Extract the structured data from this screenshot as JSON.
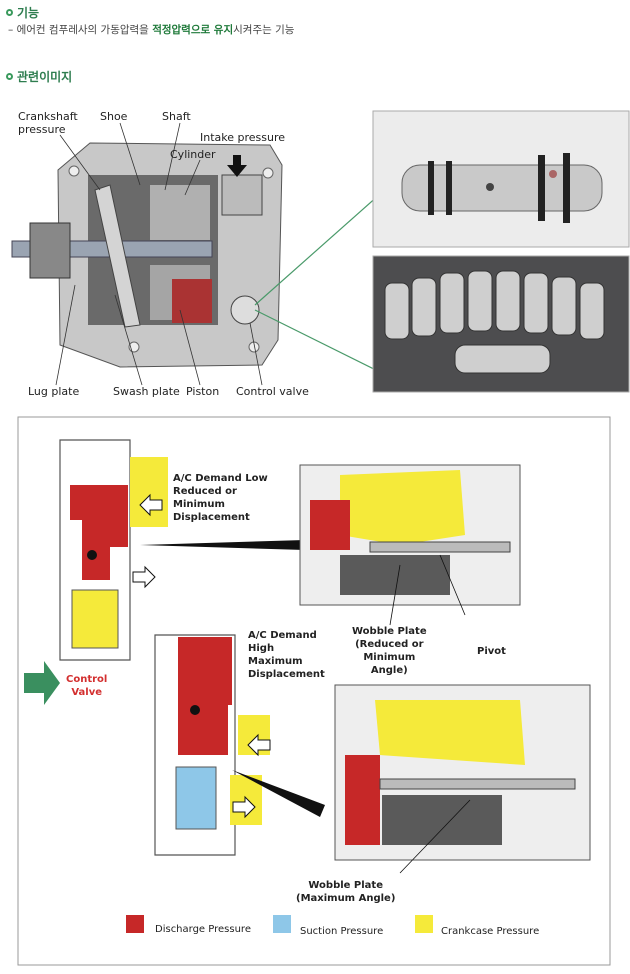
{
  "section1": {
    "title": "기능",
    "desc_prefix": "– 에어컨 컴푸레사의 가동압력을 ",
    "desc_highlight1": "적정압력으로 유지",
    "desc_suffix": "시켜주는 기능"
  },
  "section2": {
    "title": "관련이미지"
  },
  "diagram1": {
    "labels": {
      "crankshaft": "Crankshaft\npressure",
      "shoe": "Shoe",
      "shaft": "Shaft",
      "intake": "Intake pressure",
      "cylinder": "Cylinder",
      "lug_plate": "Lug plate",
      "swash_plate": "Swash plate",
      "piston": "Piston",
      "control_valve": "Control valve"
    }
  },
  "diagram2": {
    "ac_low": "A/C Demand Low\nReduced or\nMinimum\nDisplacement",
    "ac_high": "A/C Demand\nHigh\nMaximum\nDisplacement",
    "wobble_reduced": "Wobble Plate\n(Reduced or\nMinimum\nAngle)",
    "pivot": "Pivot",
    "control_valve": "Control\nValve",
    "wobble_max": "Wobble Plate\n(Maximum Angle)",
    "legend": [
      {
        "label": "Discharge Pressure",
        "color": "#c62828"
      },
      {
        "label": "Suction Pressure",
        "color": "#8ec7e8"
      },
      {
        "label": "Crankcase Pressure",
        "color": "#f5ea3a"
      }
    ]
  },
  "colors": {
    "accent": "#2e7d4f",
    "discharge": "#c62828",
    "suction": "#8ec7e8",
    "crankcase": "#f5ea3a",
    "arrow_green": "#3a8f5f"
  }
}
